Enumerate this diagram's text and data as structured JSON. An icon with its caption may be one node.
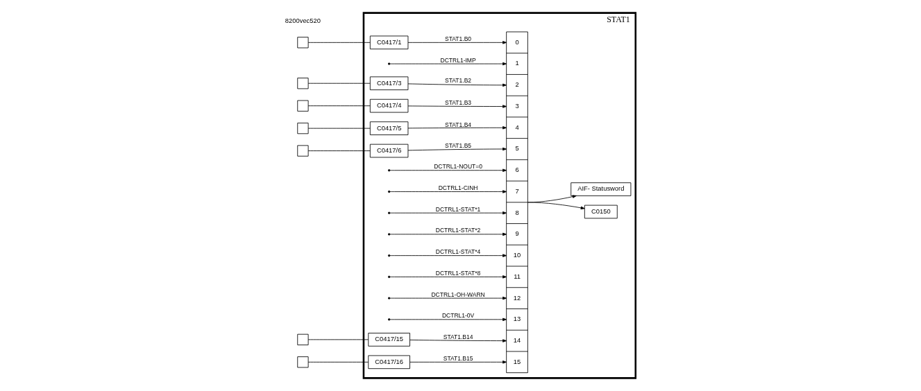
{
  "diagram": {
    "nodes": [
      {
        "text": [
          "STAT1"
        ]
      },
      {
        "text": [],
        "shape": "box"
      },
      {
        "text": [],
        "shape": "box"
      },
      {
        "text": [],
        "shape": "box"
      },
      {
        "text": [],
        "shape": "box"
      },
      {
        "text": [],
        "shape": "box"
      },
      {
        "text": [],
        "shape": "box"
      },
      {
        "text": [],
        "shape": "box"
      },
      {
        "text": [
          "C0417/1"
        ],
        "in": 0
      },
      {
        "text": [
          "C0417/3"
        ],
        "in": 0
      },
      {
        "text": [
          "C0417/4"
        ],
        "in": 0
      },
      {
        "text": [
          "C0417/5"
        ],
        "in": 0
      },
      {
        "text": [
          "C0417/6"
        ],
        "in": 0
      },
      {
        "text": [
          "C0417/15"
        ],
        "in": 0
      },
      {
        "text": [
          "C0417/16"
        ],
        "in": 0
      },
      {
        "text": [
          "0",
          "1",
          "2",
          "3",
          "4",
          "5",
          "6",
          "7",
          "8",
          "9",
          "10",
          "11",
          "12",
          "13",
          "14",
          "15"
        ],
        "in": 0
      },
      {
        "text": [
          "C0150"
        ],
        "in": 0
      },
      {
        "text": [
          "AIF- Statusword"
        ],
        "in": 0
      }
    ],
    "edges": [
      {
        "from": 1,
        "to": 8,
        "arrow": "none"
      },
      {
        "from": 2,
        "to": 9,
        "arrow": "none"
      },
      {
        "from": 3,
        "to": 10,
        "arrow": "none"
      },
      {
        "from": 4,
        "to": 11,
        "arrow": "none"
      },
      {
        "from": 5,
        "to": 12,
        "arrow": "none"
      },
      {
        "from": 6,
        "to": 13,
        "arrow": "none"
      },
      {
        "from": 7,
        "to": 14,
        "arrow": "none"
      },
      {
        "from": 8,
        "to": 15,
        "arrow": "to",
        "label": "STAT1.B0"
      },
      {
        "from": null,
        "to": 15,
        "arrow": "to",
        "label": "DCTRL1-IMP"
      },
      {
        "from": 9,
        "to": 15,
        "arrow": "to",
        "label": "STAT1.B2"
      },
      {
        "from": 10,
        "to": 15,
        "arrow": "to",
        "label": "STAT1.B3"
      },
      {
        "from": 11,
        "to": 15,
        "arrow": "to",
        "label": "STAT1.B4"
      },
      {
        "from": 12,
        "to": 15,
        "arrow": "to",
        "label": "STAT1.B5"
      },
      {
        "from": null,
        "to": 15,
        "arrow": "to",
        "label": "DCTRL1-NOUT=0"
      },
      {
        "from": null,
        "to": 15,
        "arrow": "to",
        "label": "DCTRL1-CINH"
      },
      {
        "from": null,
        "to": 15,
        "arrow": "to",
        "label": "DCTRL1-STAT*1"
      },
      {
        "from": null,
        "to": 15,
        "arrow": "to",
        "label": "DCTRL1-STAT*2"
      },
      {
        "from": null,
        "to": 15,
        "arrow": "to",
        "label": "DCTRL1-STAT*4"
      },
      {
        "from": null,
        "to": 15,
        "arrow": "to",
        "label": "DCTRL1-STAT*8"
      },
      {
        "from": null,
        "to": 15,
        "arrow": "to",
        "label": "DCTRL1-OH-WARN"
      },
      {
        "from": null,
        "to": 15,
        "arrow": "to",
        "label": "DCTRL1-0V"
      },
      {
        "from": 13,
        "to": 15,
        "arrow": "to",
        "label": "STAT1.B14"
      },
      {
        "from": 14,
        "to": 15,
        "arrow": "to",
        "label": "STAT1.B15"
      },
      {
        "from": 15,
        "to": 16,
        "arrow": "to"
      },
      {
        "from": 15,
        "to": 17,
        "arrow": "to"
      }
    ],
    "labels": [
      "8200vec520"
    ]
  }
}
